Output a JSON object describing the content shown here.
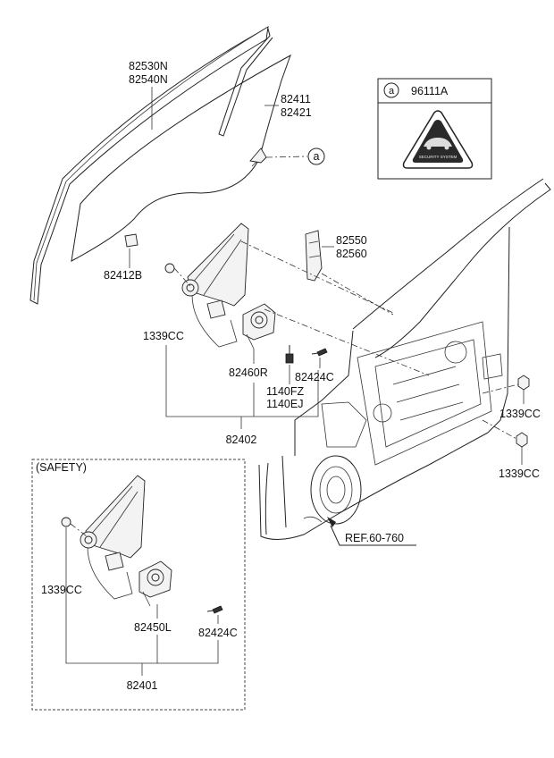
{
  "callouts": {
    "run_channel_1": "82530N",
    "run_channel_2": "82540N",
    "glass_1": "82411",
    "glass_2": "82421",
    "ref_marker": "a",
    "label_part": "96111A",
    "holder": "82412B",
    "trim_1": "82550",
    "trim_2": "82560",
    "nut_top": "1339CC",
    "regulator_motor": "82460R",
    "screw": "82424C",
    "bolt_1": "1140FZ",
    "bolt_2": "1140EJ",
    "regulator_assy": "82402",
    "nut_right_1": "1339CC",
    "nut_right_2": "1339CC",
    "ref_door": "REF.60-760",
    "safety_title": "(SAFETY)",
    "safety_nut": "1339CC",
    "safety_motor": "82450L",
    "safety_screw": "82424C",
    "safety_assy": "82401"
  },
  "label_inset": {
    "marker": "a",
    "badge_top_text": "~",
    "badge_text": "SECURITY SYSTEM"
  }
}
